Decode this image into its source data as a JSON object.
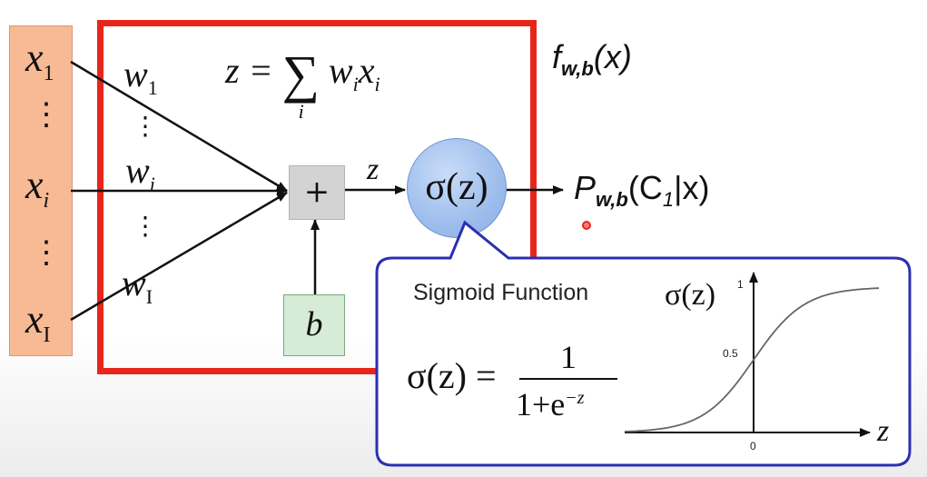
{
  "inputs": {
    "x1": "x",
    "x1_sub": "1",
    "xi": "x",
    "xi_sub": "i",
    "xI": "x",
    "xI_sub": "I",
    "dots": "⋮"
  },
  "weights": {
    "w1": "w",
    "w1_sub": "1",
    "wi": "w",
    "wi_sub": "i",
    "wI": "w",
    "wI_sub": "I",
    "dots": "⋮"
  },
  "formula": {
    "lhs": "z = ",
    "sum": "∑",
    "sum_index": "i",
    "term_w": "w",
    "term_w_sub": "i",
    "term_x": "x",
    "term_x_sub": "i"
  },
  "nodes": {
    "plus": "+",
    "bias": "b",
    "z_label": "z",
    "sigmoid": "σ(z)"
  },
  "output": {
    "f_main": "f",
    "f_sub": "w,b",
    "f_arg": "(x)",
    "p_main": "P",
    "p_sub": "w,b",
    "p_arg_open": "(C",
    "p_arg_sub": "1",
    "p_arg_close": "|x)"
  },
  "callout": {
    "title": "Sigmoid Function",
    "lhs": "σ(z) = ",
    "numerator": "1",
    "denominator": "1+e",
    "exponent": "−z",
    "graph_ylabel": "σ(z)",
    "tick_1": "1",
    "tick_05": "0.5",
    "tick_0": "0",
    "graph_xlabel": "z"
  },
  "colors": {
    "input_fill": "#f7ba94",
    "neuron_border": "#e8251a",
    "sigmoid_fill": "#9dbdec",
    "bias_fill": "#d6ecd7",
    "callout_border": "#2b2fb0",
    "cursor_red": "#e8251a"
  }
}
